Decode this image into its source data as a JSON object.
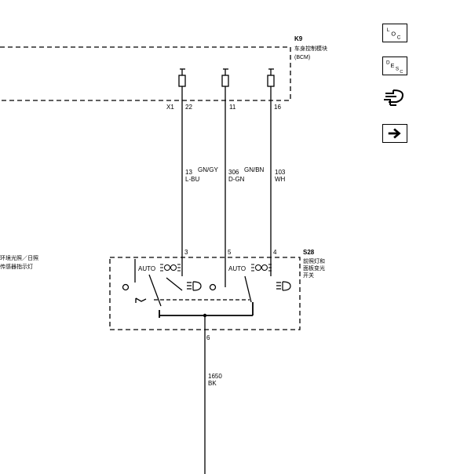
{
  "bcm": {
    "ref": "K9",
    "name": "车身控制模块",
    "abbr": "(BCM)",
    "connector": "X1",
    "pins": [
      "22",
      "11",
      "16"
    ]
  },
  "wires_upper": [
    {
      "circuit": "13",
      "color": "GN/GY",
      "color2": "L-BU"
    },
    {
      "circuit": "306",
      "color": "GN/BN",
      "color2": "D-GN"
    },
    {
      "circuit": "103",
      "color": "WH"
    }
  ],
  "switch": {
    "ref": "S28",
    "name_line1": "前照灯和",
    "name_line2": "面板变光",
    "name_line3": "开关",
    "pins": [
      "3",
      "5",
      "4"
    ],
    "ground_pin": "6",
    "auto_left": "AUTO",
    "auto_right": "AUTO",
    "ambient_label_line1": "环境光照／日照",
    "ambient_label_line2": "传感器指示灯"
  },
  "wire_lower": {
    "circuit": "1650",
    "color": "BK"
  },
  "legend": {
    "loc": {
      "sup": "L",
      "main": "O",
      "sub": "C"
    },
    "desc": {
      "sup": "D",
      "main": "E",
      "sub": "S",
      "sub2": "C"
    }
  }
}
